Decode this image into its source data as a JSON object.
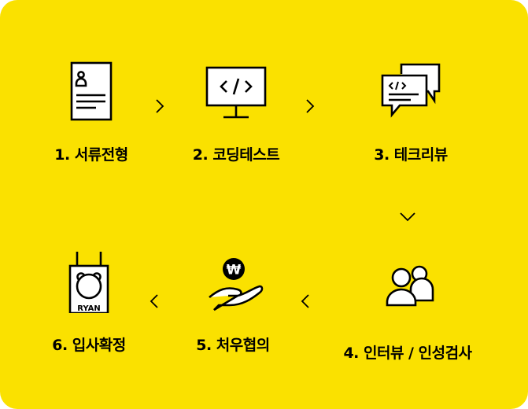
{
  "steps": [
    {
      "label": "1. 서류전형",
      "icon": "resume-icon"
    },
    {
      "label": "2. 코딩테스트",
      "icon": "monitor-code-icon"
    },
    {
      "label": "3. 테크리뷰",
      "icon": "chat-code-icon"
    },
    {
      "label": "4. 인터뷰 / 인성검사",
      "icon": "people-icon"
    },
    {
      "label": "5. 처우협의",
      "icon": "hand-won-icon"
    },
    {
      "label": "6. 입사확정",
      "icon": "id-badge-icon"
    }
  ],
  "badge_text": "RYAN",
  "currency_symbol": "₩",
  "colors": {
    "background": "#fae100",
    "ink": "#000000"
  }
}
